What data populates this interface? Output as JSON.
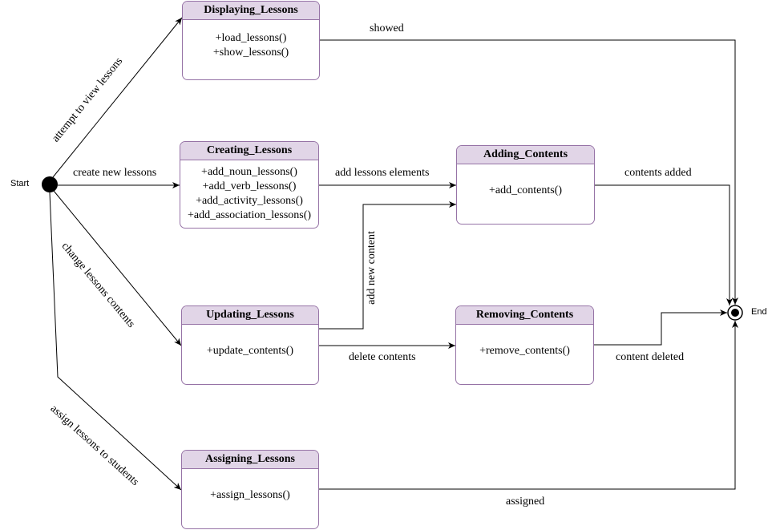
{
  "start_label": "Start",
  "end_label": "End",
  "states": {
    "displaying": {
      "title": "Displaying_Lessons",
      "methods": [
        "+load_lessons()",
        "+show_lessons()"
      ]
    },
    "creating": {
      "title": "Creating_Lessons",
      "methods": [
        "+add_noun_lessons()",
        "+add_verb_lessons()",
        "+add_activity_lessons()",
        "+add_association_lessons()"
      ]
    },
    "adding": {
      "title": "Adding_Contents",
      "methods": [
        "+add_contents()"
      ]
    },
    "updating": {
      "title": "Updating_Lessons",
      "methods": [
        "+update_contents()"
      ]
    },
    "removing": {
      "title": "Removing_Contents",
      "methods": [
        "+remove_contents()"
      ]
    },
    "assigning": {
      "title": "Assigning_Lessons",
      "methods": [
        "+assign_lessons()"
      ]
    }
  },
  "transitions": {
    "attempt_view": "attempt to view lessons",
    "create_new": "create new lessons",
    "change_contents": "change lessons contents",
    "assign_students": "assign lessons to students",
    "showed": "showed",
    "add_elements": "add lessons elements",
    "contents_added": "contents added",
    "add_new_content": "add new content",
    "delete_contents": "delete contents",
    "content_deleted": "content deleted",
    "assigned": "assigned"
  },
  "colors": {
    "state_fill": "#e1d5e7",
    "state_stroke": "#9673a6",
    "line": "#000000"
  }
}
